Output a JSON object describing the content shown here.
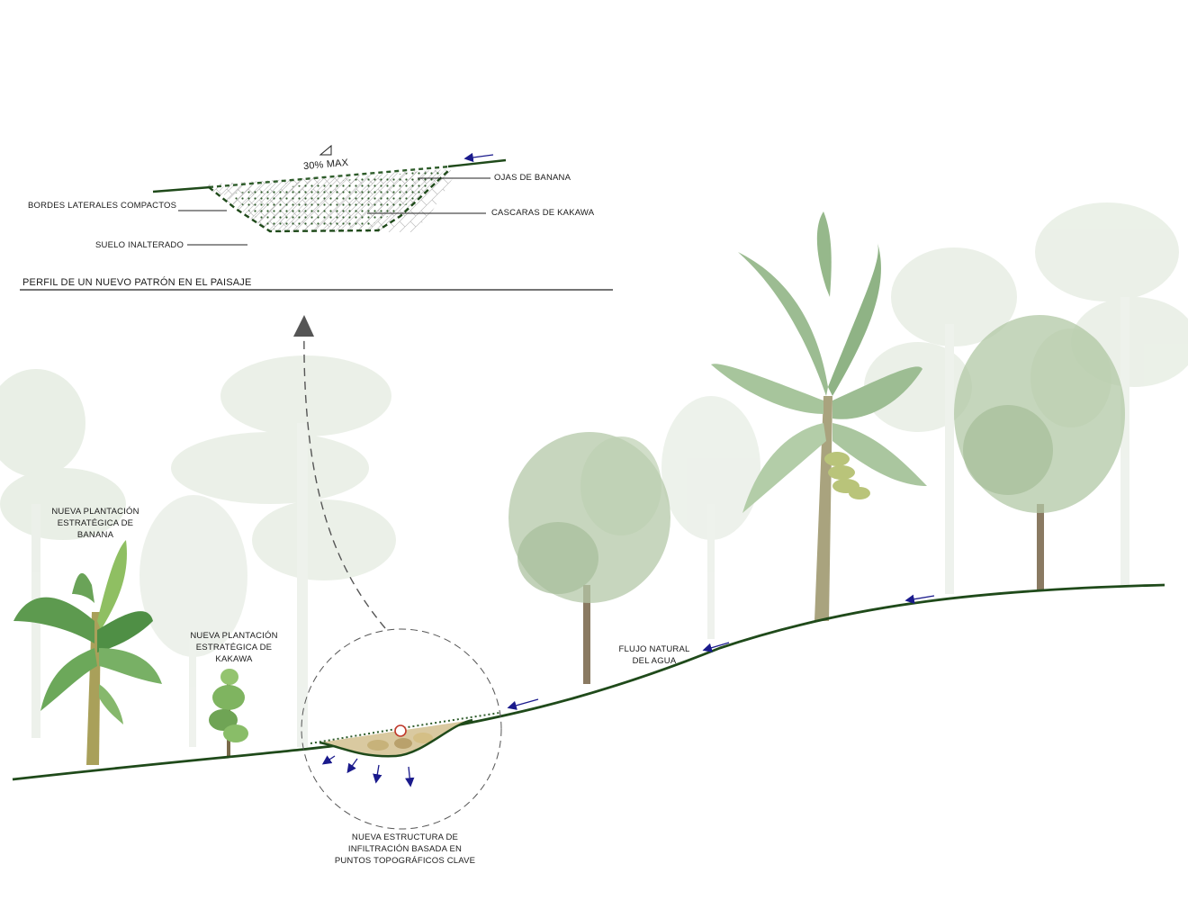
{
  "profile": {
    "title": "PERFIL DE UN NUEVO PATRÓN EN EL PAISAJE",
    "slope_label": "30% MAX",
    "labels": {
      "banana_leaves": "OJAS DE BANANA",
      "kakawa_shells": "CASCARAS DE KAKAWA",
      "compact_edges": "BORDES LATERALES COMPACTOS",
      "undisturbed_soil": "SUELO INALTERADO"
    }
  },
  "landscape": {
    "banana_planting": [
      "NUEVA PLANTACIÓN",
      "ESTRATÉGICA DE",
      "BANANA"
    ],
    "kakawa_planting": [
      "NUEVA PLANTACIÓN",
      "ESTRATÉGICA DE",
      "KAKAWA"
    ],
    "water_flow": [
      "FLUJO NATURAL",
      "DEL AGUA"
    ],
    "infiltration": [
      "NUEVA ESTRUCTURA DE",
      "INFILTRACIÓN BASADA  EN",
      "PUNTOS TOPOGRÁFICOS CLAVE"
    ]
  },
  "colors": {
    "ground_line": "#1f4a1a",
    "flow_arrow": "#1a1a8c",
    "fill_dots": "#2e5c2a",
    "tree_faded": "#c8d8c0",
    "leaf": "#7fa876"
  }
}
